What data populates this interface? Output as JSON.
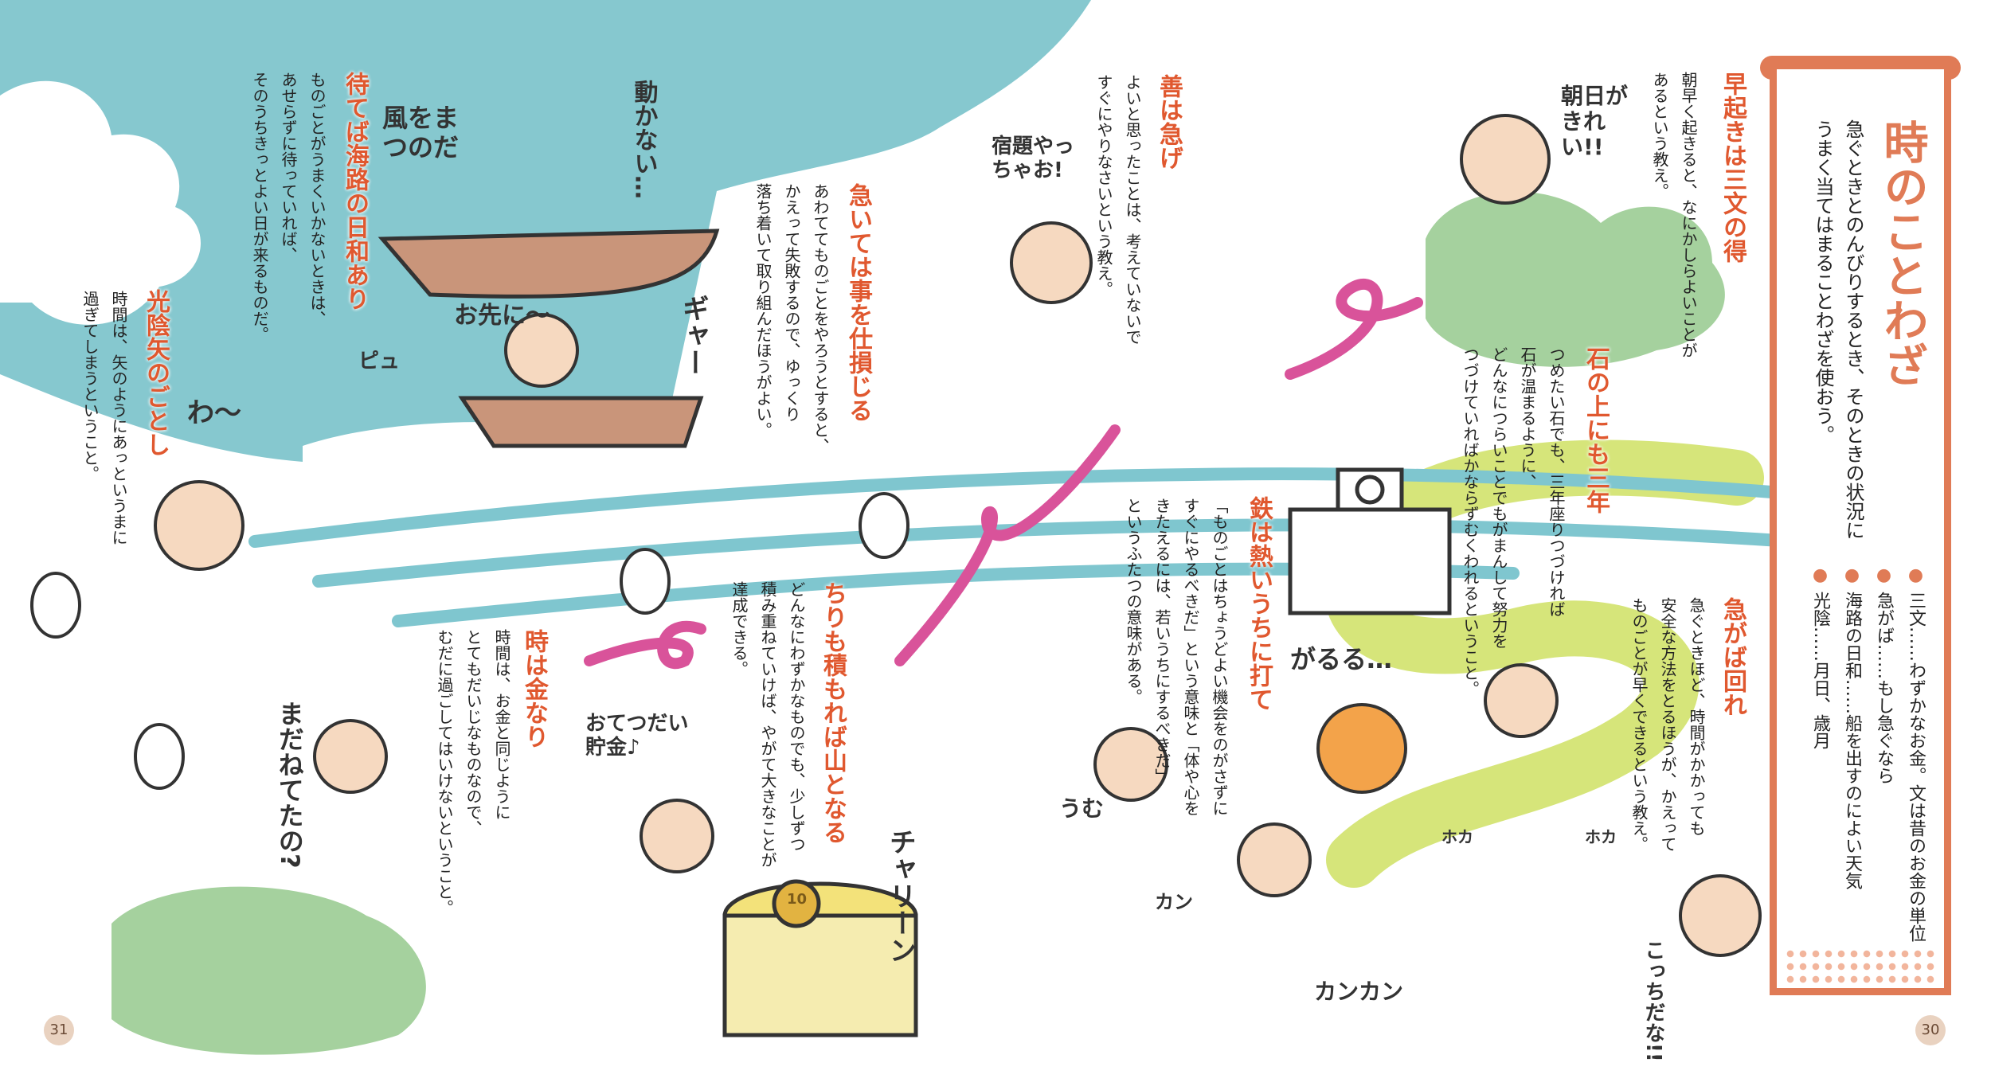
{
  "title": "時のことわざ",
  "lead": "急ぐときとのんびりするとき、そのときの状況に\nうまく当てはまることわざを使おう。",
  "glossary": [
    "三文……わずかなお金。文は昔のお金の単位",
    "急がば……もし急ぐなら",
    "海路の日和……船を出すのによい天気",
    "光陰……月日、歳月"
  ],
  "proverbs": {
    "hayaoki": {
      "title": "早起きは三文の得",
      "text": "朝早く起きると、なにかしらよいことが\nあるという教え。"
    },
    "ishi": {
      "title": "石の上にも三年",
      "text": "つめたい石でも、三年座りつづければ\n石が温まるように、\nどんなにつらいことでもがまんして努力を\nつづけていればかならずむくわれるということ。"
    },
    "zen": {
      "title": "善は急げ",
      "text": "よいと思ったことは、考えていないで\nすぐにやりなさいという教え。"
    },
    "isogaba": {
      "title": "急がば回れ",
      "text": "急ぐときほど、時間がかかっても\n安全な方法をとるほうが、かえって\nものごとが早くできるという教え。"
    },
    "tetsu": {
      "title": "鉄は熱いうちに打て",
      "text": "「ものごとはちょうどよい機会をのがさずに\nすぐにやるべきだ」という意味と「体や心を\nきたえるには、若いうちにするべきだ」\nというふたつの意味がある。"
    },
    "seite": {
      "title": "急いては事を仕損じる",
      "text": "あわててものごとをやろうとすると、\nかえって失敗するので、ゆっくり\n落ち着いて取り組んだほうがよい。"
    },
    "mateba": {
      "title": "待てば海路の日和あり",
      "text": "ものごとがうまくいかないときは、\nあせらずに待っていれば、\nそのうちきっとよい日が来るものだ。"
    },
    "koin": {
      "title": "光陰矢のごとし",
      "text": "時間は、矢のようにあっというまに\n過ぎてしまうということ。"
    },
    "chiri": {
      "title": "ちりも積もれば山となる",
      "text": "どんなにわずかなものでも、少しずつ\n積み重ねていけば、やがて大きなことが\n達成できる。"
    },
    "toki": {
      "title": "時は金なり",
      "text": "時間は、お金と同じように\nとてもだいじなものなので、\nむだに過ごしてはいけないということ。"
    }
  },
  "speech": {
    "asahi": "朝日がきれい!!",
    "shukudai": "宿題やっちゃお!",
    "kaze": "風をまつのだ",
    "ugokanai": "動かない…",
    "osaki": "お先に〜",
    "pyu": "ピュ",
    "gya": "ギャー",
    "wa": "わ〜",
    "mada": "まだねてたの?",
    "chokin": "おてつだい貯金♪",
    "chariin": "チャリーン",
    "umu": "うむ",
    "kan1": "カン",
    "kankan": "カンカン",
    "garuru": "がるる…",
    "hoka1": "ホカ",
    "hoka2": "ホカ",
    "kocchi": "こっちだな!!"
  },
  "coin_label": "10",
  "page_numbers": {
    "left": "31",
    "right": "30"
  },
  "colors": {
    "accent": "#E0582F",
    "frame": "#E07B56",
    "sky": "#86C8CF",
    "green": "#A5D19E",
    "lime": "#D6E57A",
    "arrow": "#D9539A"
  }
}
